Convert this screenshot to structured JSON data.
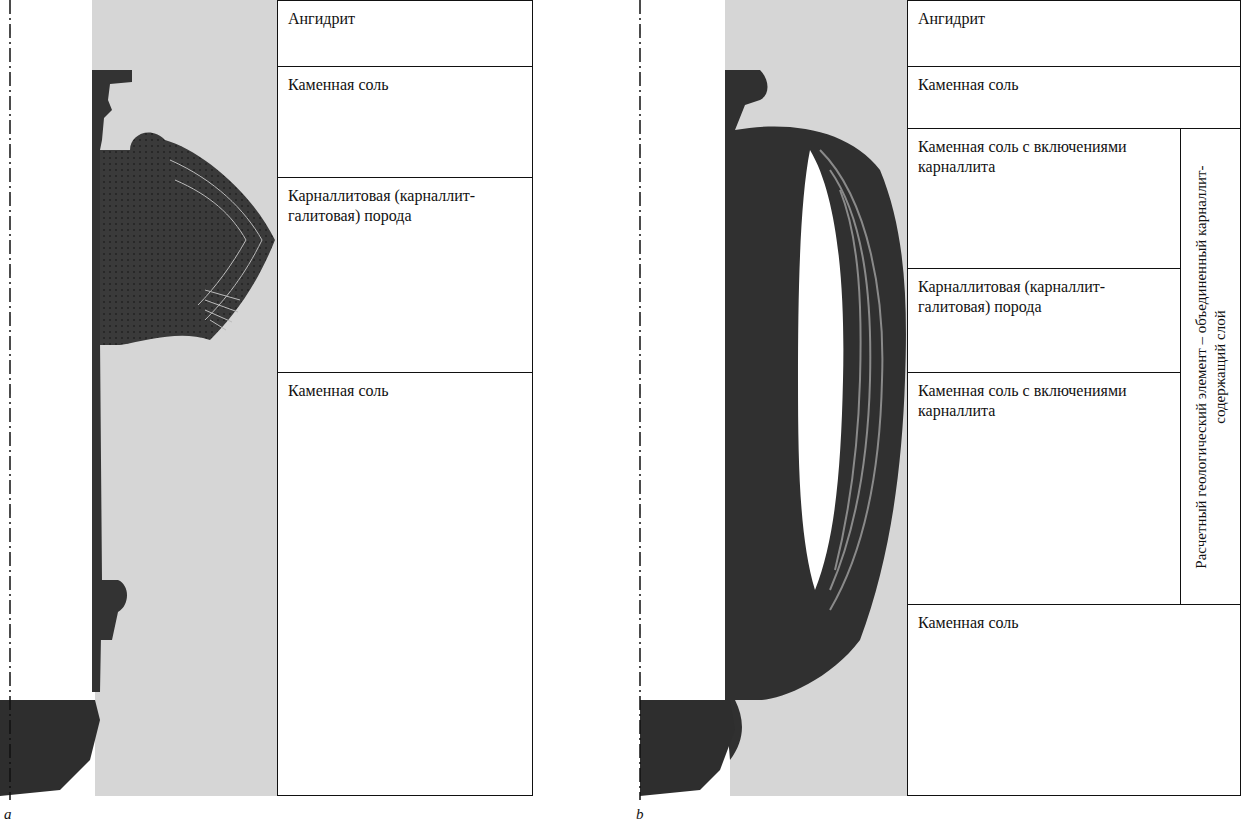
{
  "diagram": {
    "nodes": [
      {
        "text": [
          "Ангидрит"
        ]
      },
      {
        "text": [
          "Каменная соль"
        ]
      },
      {
        "text": [
          "Карналлитовая (карналлит-галитовая) порода"
        ]
      },
      {
        "text": [
          "Каменная соль"
        ]
      },
      {
        "text": [
          "Ангидрит"
        ]
      },
      {
        "text": [
          "Каменная соль"
        ]
      },
      {
        "text": [
          "Каменная соль с включениями карналлита"
        ]
      },
      {
        "text": [
          "Карналлитовая (карналлит-галитовая) порода"
        ]
      },
      {
        "text": [
          "Каменная соль с включениями карналлита"
        ]
      },
      {
        "text": [
          "Расчетный геологический элемент – объединенный карналлит-содержащий слой"
        ]
      },
      {
        "text": [
          "Каменная соль"
        ]
      }
    ],
    "labels": [
      "a",
      "b"
    ]
  }
}
